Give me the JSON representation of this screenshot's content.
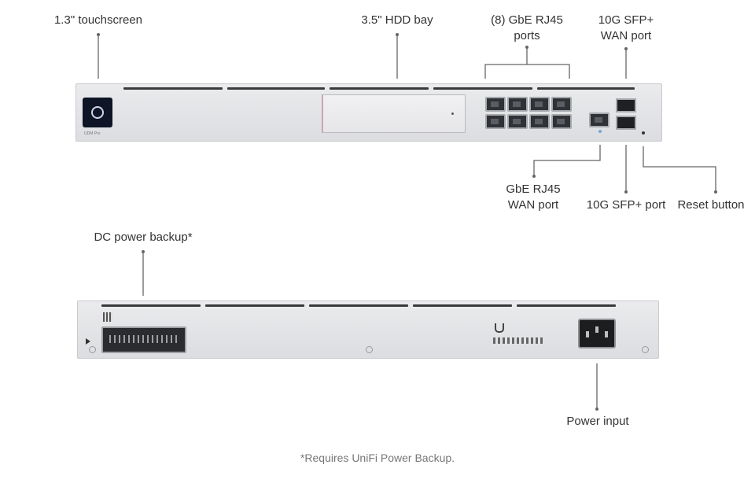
{
  "labels": {
    "touchscreen": "1.3\" touchscreen",
    "hdd_bay": "3.5\" HDD bay",
    "gbe_ports_line1": "(8) GbE RJ45",
    "gbe_ports_line2": "ports",
    "sfp_wan_line1": "10G SFP+",
    "sfp_wan_line2": "WAN port",
    "gbe_wan_line1": "GbE RJ45",
    "gbe_wan_line2": "WAN port",
    "sfp_port": "10G SFP+ port",
    "reset_button": "Reset button",
    "dc_power": "DC power backup*",
    "power_input": "Power input"
  },
  "footnote": "*Requires UniFi Power Backup.",
  "device": {
    "model_badge": "UDM Pro"
  },
  "colors": {
    "panel": "#e3e4e6",
    "port": "#2f3236",
    "leader": "#666666"
  }
}
